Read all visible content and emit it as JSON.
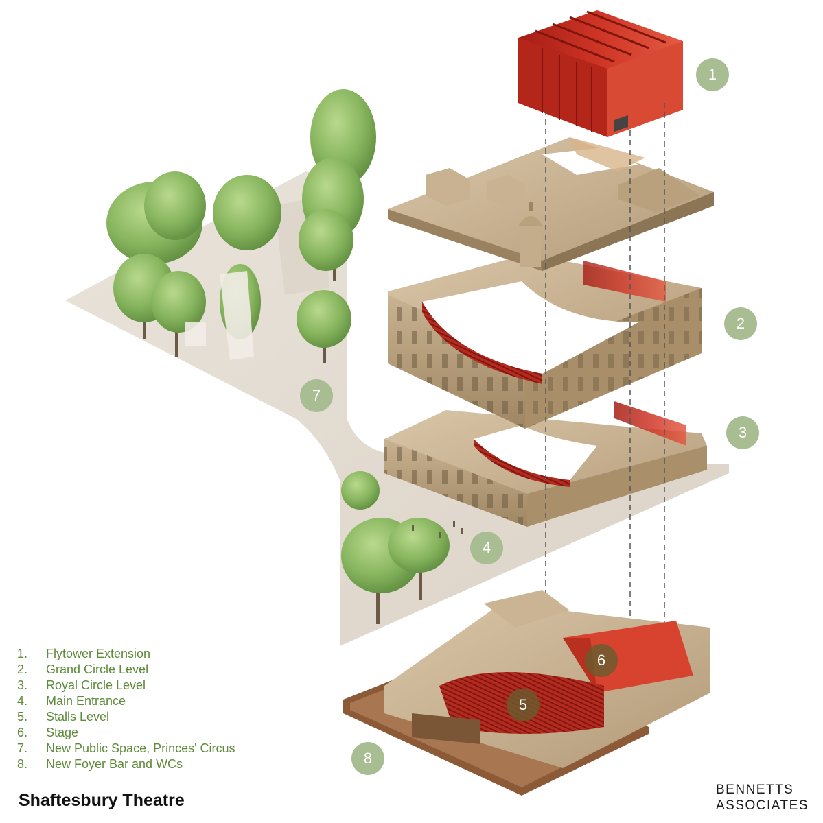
{
  "legend": [
    {
      "number": "1.",
      "label": "Flytower Extension"
    },
    {
      "number": "2.",
      "label": "Grand Circle Level"
    },
    {
      "number": "3.",
      "label": "Royal Circle Level"
    },
    {
      "number": "4.",
      "label": "Main Entrance"
    },
    {
      "number": "5.",
      "label": "Stalls Level"
    },
    {
      "number": "6.",
      "label": "Stage"
    },
    {
      "number": "7.",
      "label": "New Public Space, Princes' Circus"
    },
    {
      "number": "8.",
      "label": "New Foyer Bar and WCs"
    }
  ],
  "markers": {
    "m1": "1",
    "m2": "2",
    "m3": "3",
    "m4": "4",
    "m5": "5",
    "m6": "6",
    "m7": "7",
    "m8": "8"
  },
  "title": "Shaftesbury Theatre",
  "logo": {
    "line1": "BENNETTS",
    "line2": "ASSOCIATES"
  },
  "colors": {
    "marker": "#a9bd93",
    "marker_dark": "#695c2d",
    "legend_text": "#5e8a3a",
    "stone": "#cdb89a",
    "theatre_red": "#c0392b",
    "paving": "#e3dcd3",
    "tree": "#8dbb63"
  }
}
